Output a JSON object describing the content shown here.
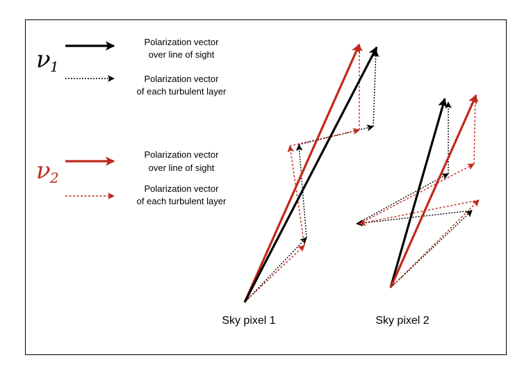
{
  "legend": {
    "nu1": {
      "symbol": "ν",
      "subscript": "1",
      "color": "#000000",
      "total_line1": "Polarization vector",
      "total_line2": "over line of sight",
      "layer_line1": "Polarization vector",
      "layer_line2": "of each turbulent layer"
    },
    "nu2": {
      "symbol": "ν",
      "subscript": "2",
      "color": "#c0281b",
      "total_line1": "Polarization vector",
      "total_line2": "over line of sight",
      "layer_line1": "Polarization vector",
      "layer_line2": "of each turbulent layer"
    }
  },
  "pixels": {
    "pixel1_label": "Sky pixel 1",
    "pixel2_label": "Sky pixel 2"
  },
  "colors": {
    "black": "#000000",
    "red": "#c0281b"
  }
}
